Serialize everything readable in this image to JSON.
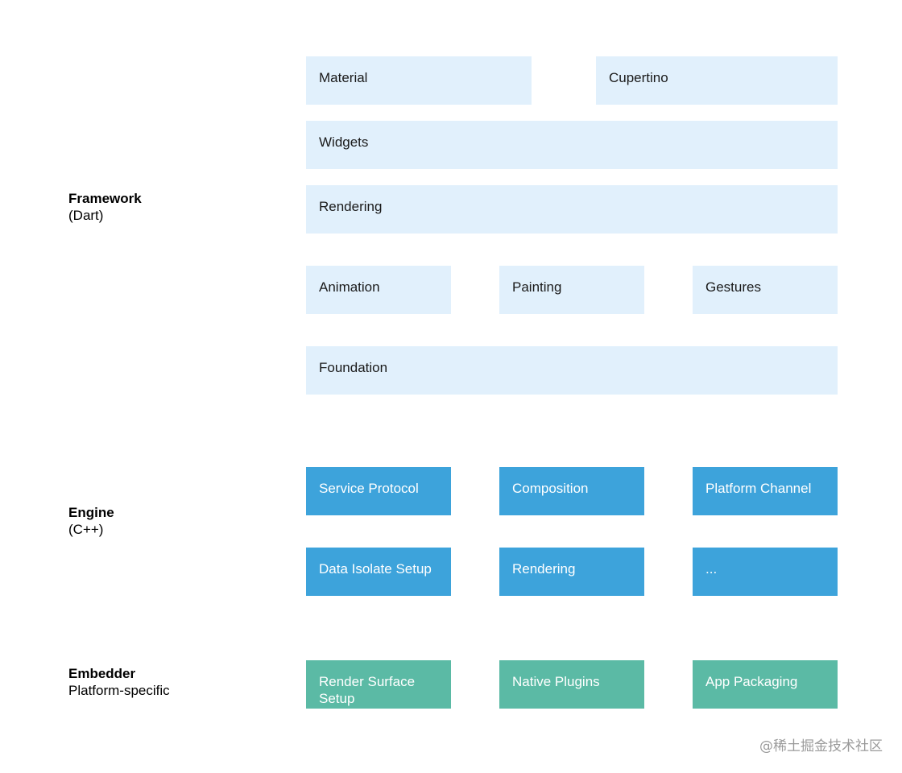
{
  "layers": {
    "framework": {
      "name": "Framework",
      "sub": "(Dart)"
    },
    "engine": {
      "name": "Engine",
      "sub": "(C++)"
    },
    "embedder": {
      "name": "Embedder",
      "sub": "Platform-specific"
    }
  },
  "framework_blocks": {
    "material": "Material",
    "cupertino": "Cupertino",
    "widgets": "Widgets",
    "rendering": "Rendering",
    "animation": "Animation",
    "painting": "Painting",
    "gestures": "Gestures",
    "foundation": "Foundation"
  },
  "engine_blocks": {
    "service_protocol": "Service Protocol",
    "composition": "Composition",
    "platform_channel": "Platform Channel",
    "data_isolate_setup": "Data Isolate Setup",
    "rendering": "Rendering",
    "more": "..."
  },
  "embedder_blocks": {
    "render_surface_setup": "Render Surface Setup",
    "native_plugins": "Native Plugins",
    "app_packaging": "App Packaging"
  },
  "watermark": "@稀土掘金技术社区",
  "colors": {
    "framework_fill": "#e1f0fc",
    "engine_fill": "#3da3db",
    "embedder_fill": "#5bbaa5"
  }
}
